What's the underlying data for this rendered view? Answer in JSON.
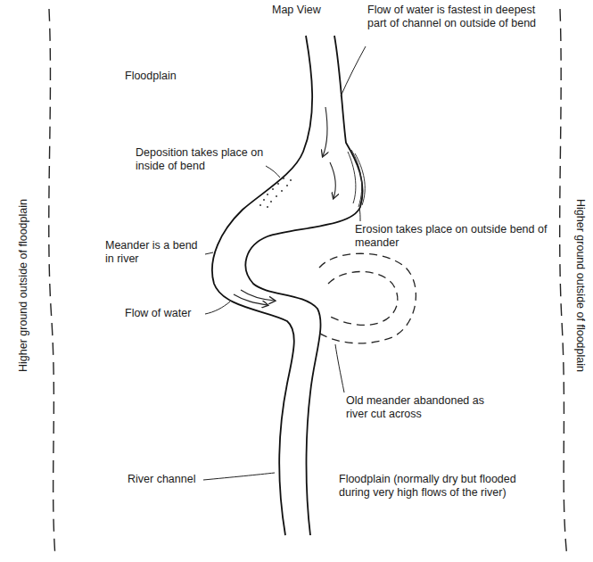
{
  "diagram": {
    "title": "Map View",
    "labels": [
      "Floodplain",
      "Flow of water is fastest in deepest part of channel on outside of bend",
      "Deposition takes place on inside of bend",
      "Meander is a bend in river",
      "Erosion takes place on outside bend of meander",
      "Flow of water",
      "Old meander abandoned as river cut across",
      "River channel",
      "Floodplain (normally dry but flooded during very high flows of the river)",
      "Higher ground outside of floodplain",
      "Higher ground outside of floodplain"
    ]
  }
}
